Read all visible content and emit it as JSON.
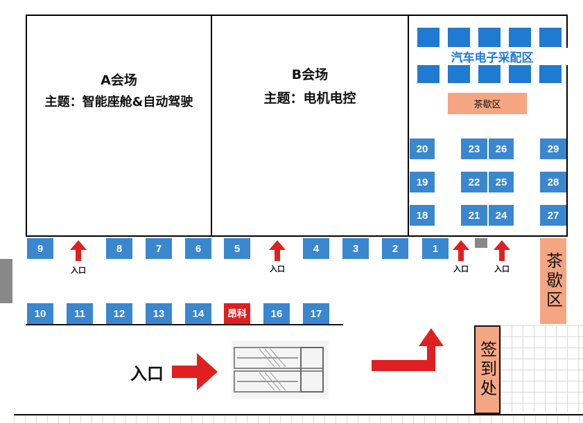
{
  "halls": {
    "a": {
      "name": "A会场",
      "theme": "主题：智能座舱&自动驾驶"
    },
    "b": {
      "name": "B会场",
      "theme": "主题：电机电控"
    }
  },
  "procurement": {
    "label": "汽车电子采配区"
  },
  "tea_area": {
    "inner": "茶歇区",
    "side": "茶歇区"
  },
  "checkin": {
    "label": "签到处"
  },
  "entrance_label": "入口",
  "main_entrance": "入口",
  "booths": {
    "b1": "1",
    "b2": "2",
    "b3": "3",
    "b4": "4",
    "b5": "5",
    "b6": "6",
    "b7": "7",
    "b8": "8",
    "b9": "9",
    "b10": "10",
    "b11": "11",
    "b12": "12",
    "b13": "13",
    "b14": "14",
    "b15": "昂科",
    "b16": "16",
    "b17": "17",
    "b18": "18",
    "b19": "19",
    "b20": "20",
    "b21": "21",
    "b22": "22",
    "b23": "23",
    "b24": "24",
    "b25": "25",
    "b26": "26",
    "b27": "27",
    "b28": "28",
    "b29": "29"
  },
  "colors": {
    "booth": "#3a87cf",
    "highlight_booth": "#e02020",
    "tea": "#f4a682",
    "arrow": "#e02020"
  }
}
